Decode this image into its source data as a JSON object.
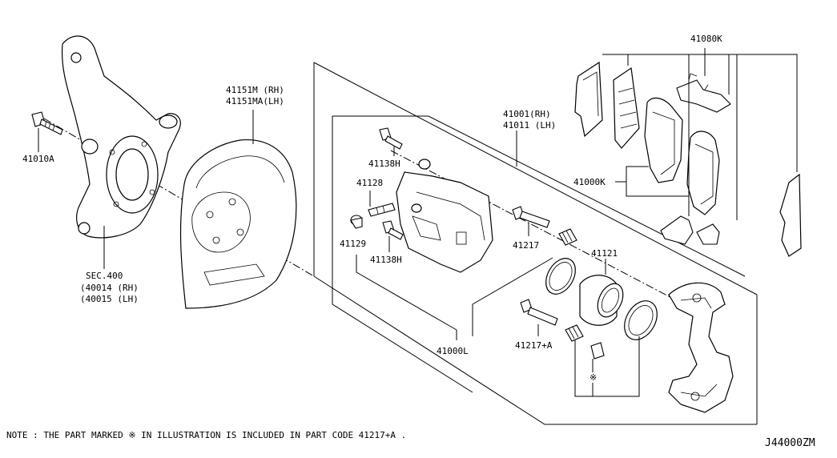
{
  "labels": {
    "knuckle_bolt": "41010A",
    "sec": "SEC.400",
    "knuckle_rh": "(40014 (RH)",
    "knuckle_lh": "(40015 (LH)",
    "shield_rh": "41151M (RH)",
    "shield_lh": "41151MA(LH)",
    "caliper_rh": "41001(RH)",
    "caliper_lh": "41011 (LH)",
    "bolt_upper": "41138H",
    "bleeder": "41128",
    "cap": "41129",
    "bolt_lower": "41138H",
    "pin_upper": "41217",
    "piston": "41121",
    "pin_lower": "41217+A",
    "caliper_assy": "41000L",
    "pad_kit": "41080K",
    "pad_set": "41000K",
    "marked_symbol": "※"
  },
  "footer": {
    "note": "NOTE : THE PART MARKED ※ IN ILLUSTRATION IS INCLUDED IN PART CODE 41217+A .",
    "diagram_code": "J44000ZM"
  }
}
